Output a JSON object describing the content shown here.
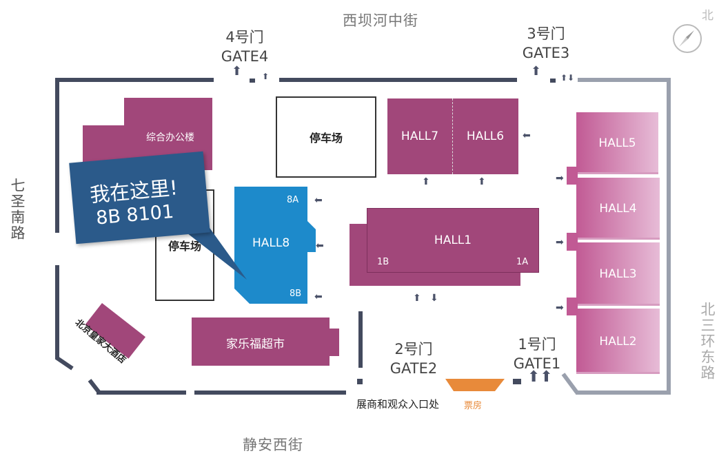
{
  "streets": {
    "north": "西坝河中街",
    "south": "静安西街",
    "west": "七圣南路",
    "east": "北三环东路"
  },
  "compass": {
    "label": "北",
    "icon": "compass-icon"
  },
  "gates": {
    "gate4": {
      "cn": "4号门",
      "en": "GATE4"
    },
    "gate3": {
      "cn": "3号门",
      "en": "GATE3"
    },
    "gate2": {
      "cn": "2号门",
      "en": "GATE2"
    },
    "gate1": {
      "cn": "1号门",
      "en": "GATE1"
    }
  },
  "buildings": {
    "office": "综合办公楼",
    "parking_top": "停车场",
    "parking_left": "停车场",
    "hall7": "HALL7",
    "hall6": "HALL6",
    "hall5": "HALL5",
    "hall4": "HALL4",
    "hall3": "HALL3",
    "hall2": "HALL2",
    "hall1": "HALL1",
    "hall1_1b": "1B",
    "hall1_1a": "1A",
    "hall8": "HALL8",
    "hall8_8a": "8A",
    "hall8_8b": "8B",
    "supermarket": "家乐福超市",
    "hotel": "北京皇家大酒店",
    "ticket": "票房"
  },
  "entrance_label": "展商和观众入口处",
  "callout": {
    "line1": "我在这里!",
    "line2": "8B 8101"
  },
  "colors": {
    "hall": "#a1477a",
    "highlight_hall": "#1d8acb",
    "callout_bg": "#2b5a8a",
    "walls": "#434a5e",
    "ticket": "#e88a3a"
  }
}
